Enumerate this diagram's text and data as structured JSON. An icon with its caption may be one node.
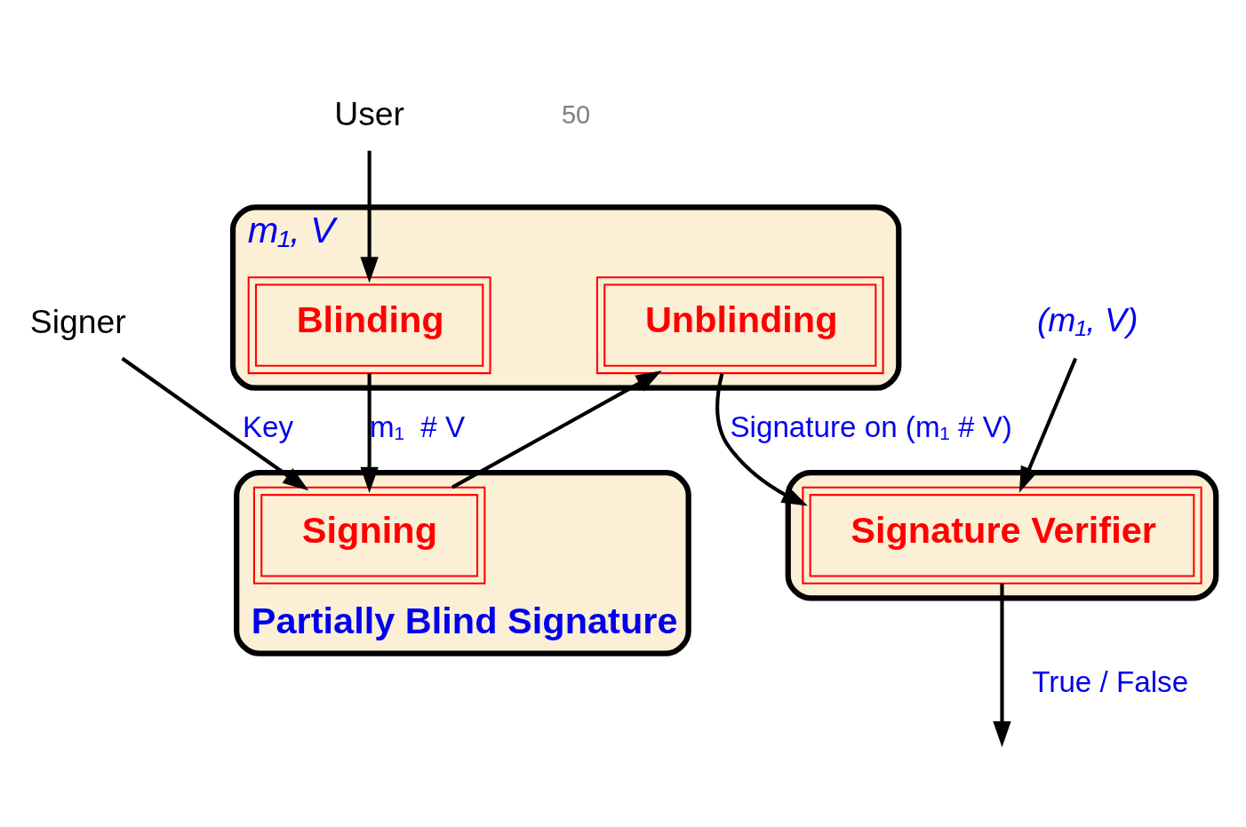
{
  "diagram": {
    "nodes": [
      {
        "text": [
          "User"
        ]
      },
      {
        "text": [
          "Signer"
        ]
      },
      {
        "text": [
          "m₁, V"
        ]
      },
      {
        "text": [
          "Blinding"
        ],
        "in": 2
      },
      {
        "text": [
          "Unblinding"
        ],
        "in": 2
      },
      {
        "text": [
          "Partially Blind Signature"
        ]
      },
      {
        "text": [
          "Signing"
        ],
        "in": 5
      },
      {
        "text": [],
        "shape": "box"
      },
      {
        "text": [
          "Signature Verifier"
        ],
        "in": 7
      },
      {
        "text": [
          "(m₁, V)"
        ]
      }
    ],
    "edges": [
      {
        "from": 0,
        "to": 3,
        "arrow": "to"
      },
      {
        "from": 1,
        "to": 6,
        "arrow": "to",
        "label": "Key"
      },
      {
        "from": 3,
        "to": 6,
        "arrow": "to",
        "label": "m₁  # V"
      },
      {
        "from": 6,
        "to": 4,
        "arrow": "to"
      },
      {
        "from": 4,
        "to": 8,
        "arrow": "to",
        "label": "Signature on (m₁ # V)"
      },
      {
        "from": 9,
        "to": 8,
        "arrow": "to"
      },
      {
        "from": 8,
        "to": null,
        "arrow": "to",
        "label": "True / False"
      }
    ],
    "labels": [
      "50"
    ]
  }
}
